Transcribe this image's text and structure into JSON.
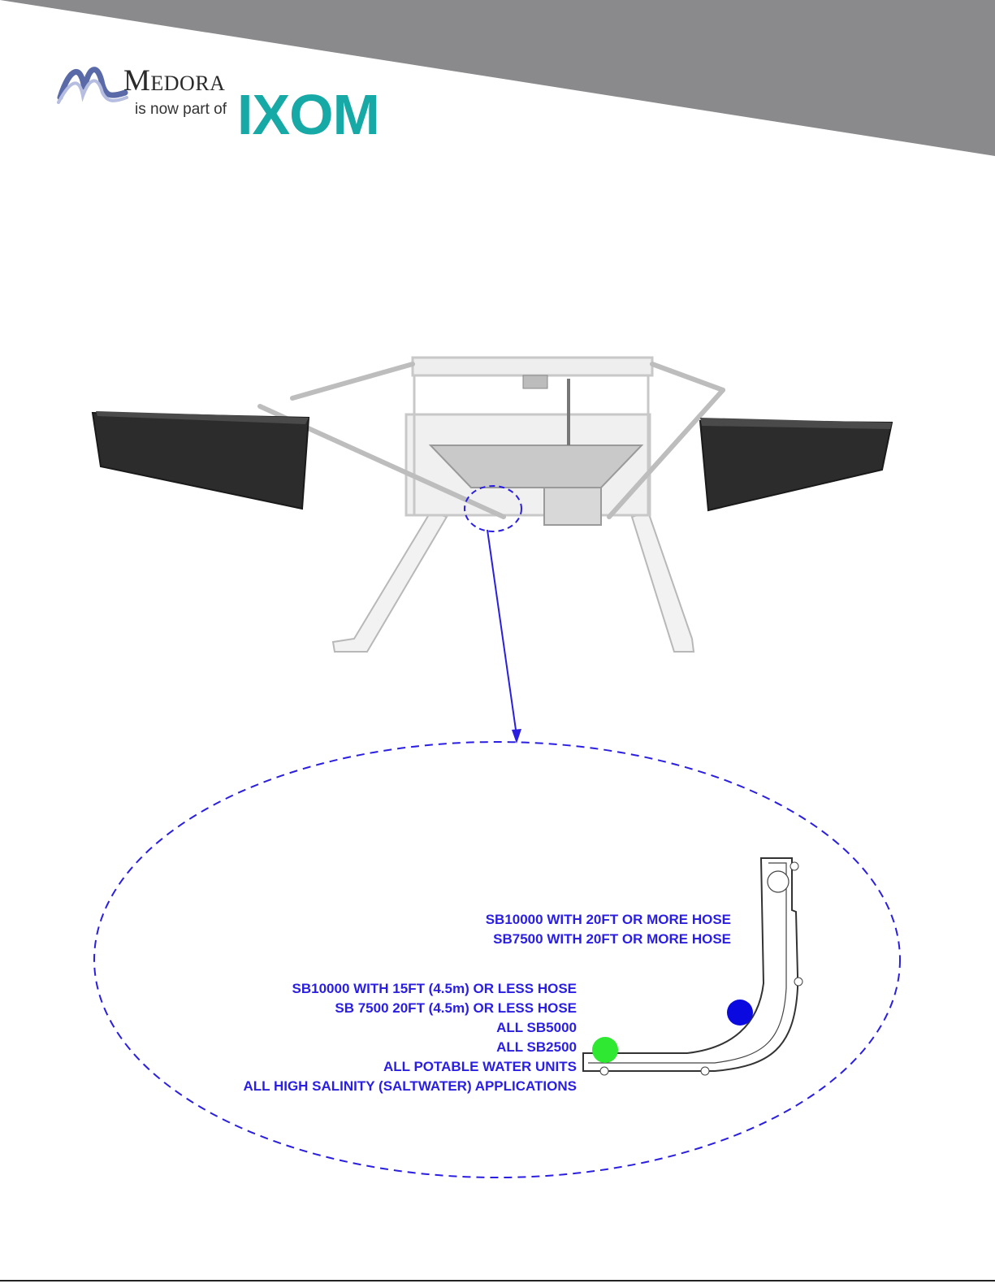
{
  "brand": {
    "name": "Medora",
    "tagline": "is now part of",
    "partner": "IXOM",
    "partner_color": "#17a9a6",
    "header_band_color": "#8a8a8c"
  },
  "colors": {
    "annotation": "#2a1fe0",
    "dashed_outline": "#2a1fe0",
    "marker_blue": "#0a0ae0",
    "marker_green": "#2ee832",
    "float_dark": "#2c2c2c",
    "frame_light": "#e2e2e2"
  },
  "notes": {
    "upper": [
      "SB10000 WITH 20FT OR MORE HOSE",
      "SB7500 WITH 20FT OR MORE HOSE"
    ],
    "lower": [
      "SB10000 WITH 15FT (4.5m) OR LESS HOSE",
      "SB 7500 20FT (4.5m) OR LESS HOSE",
      "ALL SB5000",
      "ALL SB2500",
      "ALL POTABLE WATER UNITS",
      "ALL HIGH SALINITY (SALTWATER) APPLICATIONS"
    ]
  },
  "markers": [
    {
      "name": "upper-position",
      "color": "blue"
    },
    {
      "name": "lower-position",
      "color": "green"
    }
  ]
}
